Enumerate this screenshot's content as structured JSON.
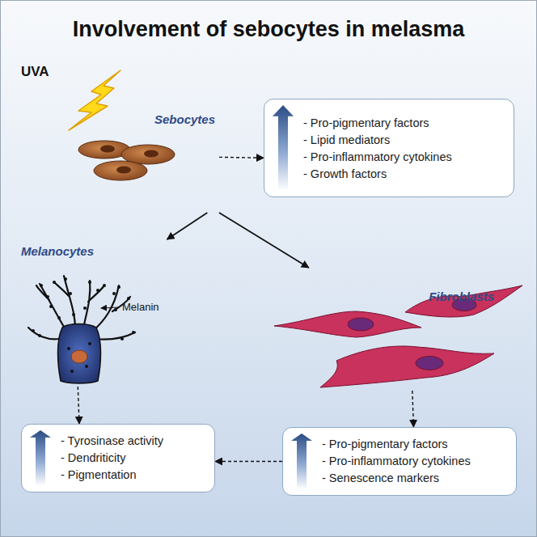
{
  "diagram": {
    "title": "Involvement of sebocytes in melasma",
    "nodes": [
      {
        "text": [
          "Sebocytes"
        ]
      },
      {
        "text": [
          "- Pro-pigmentary factors",
          "- Lipid mediators",
          "- Pro-inflammatory cytokines",
          "- Growth factors"
        ]
      },
      {
        "text": [
          "Melanocytes"
        ]
      },
      {
        "text": [
          "Fibroblasts"
        ]
      },
      {
        "text": [
          "- Tyrosinase activity",
          "- Dendriticity",
          "- Pigmentation"
        ]
      },
      {
        "text": [
          "- Pro-pigmentary factors",
          "- Pro-inflammatory cytokines",
          "- Senescence markers"
        ]
      }
    ],
    "edges": [
      {
        "from": 0,
        "to": 1,
        "arrow": "to"
      },
      {
        "from": 0,
        "to": 2,
        "arrow": "to"
      },
      {
        "from": 0,
        "to": 3,
        "arrow": "to"
      },
      {
        "from": 2,
        "to": 4,
        "arrow": "to"
      },
      {
        "from": 3,
        "to": 5,
        "arrow": "to"
      },
      {
        "from": 5,
        "to": 4,
        "arrow": "to"
      }
    ],
    "labels": [
      "UVA",
      "Melanin"
    ]
  }
}
